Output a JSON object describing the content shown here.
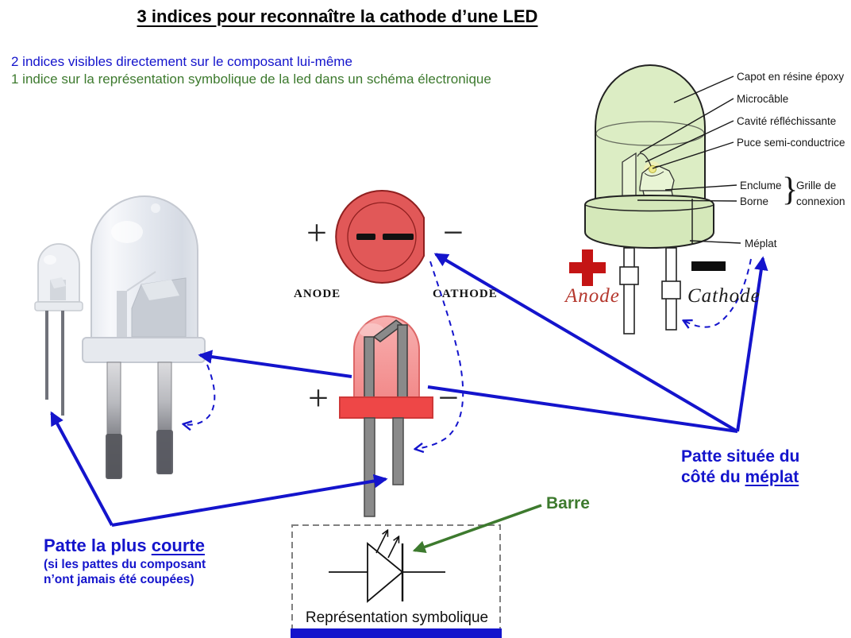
{
  "title": "3 indices pour reconnaître la cathode d’une LED",
  "intro": {
    "line1": "2 indices visibles directement sur le composant lui-même",
    "line2": "1 indice sur la représentation symbolique de la led dans un schéma électronique"
  },
  "colors": {
    "blue": "#1414cc",
    "green": "#3d7a2e",
    "red": "#c41414",
    "circle_red": "#e15858",
    "led_pink": "#f59494",
    "led_flange_red": "#ee4747",
    "cutaway_green": "#dcedc4"
  },
  "top_view": {
    "plus": "+",
    "minus": "−",
    "anode_label": "ANODE",
    "cathode_label": "CATHODE"
  },
  "side_view": {
    "plus": "+",
    "minus": "−"
  },
  "cutaway": {
    "labels": [
      "Capot en résine époxy",
      "Microcâble",
      "Cavité réfléchissante",
      "Puce semi-conductrice"
    ],
    "enclume": "Enclume",
    "borne": "Borne",
    "brace": "}",
    "grille_line1": "Grille de",
    "grille_line2": "connexion",
    "meplat": "Méplat",
    "anode": "Anode",
    "cathode": "Cathode"
  },
  "annotations": {
    "patte_courte_prefix": "Patte la plus ",
    "patte_courte_underlined": "courte",
    "patte_courte_sub1": "(si les pattes du composant",
    "patte_courte_sub2": "n’ont jamais été coupées)",
    "patte_meplat_line1": "Patte située du",
    "patte_meplat_prefix": "côté du ",
    "patte_meplat_underlined": "méplat",
    "barre": "Barre",
    "symbolique": "Représentation symbolique"
  }
}
